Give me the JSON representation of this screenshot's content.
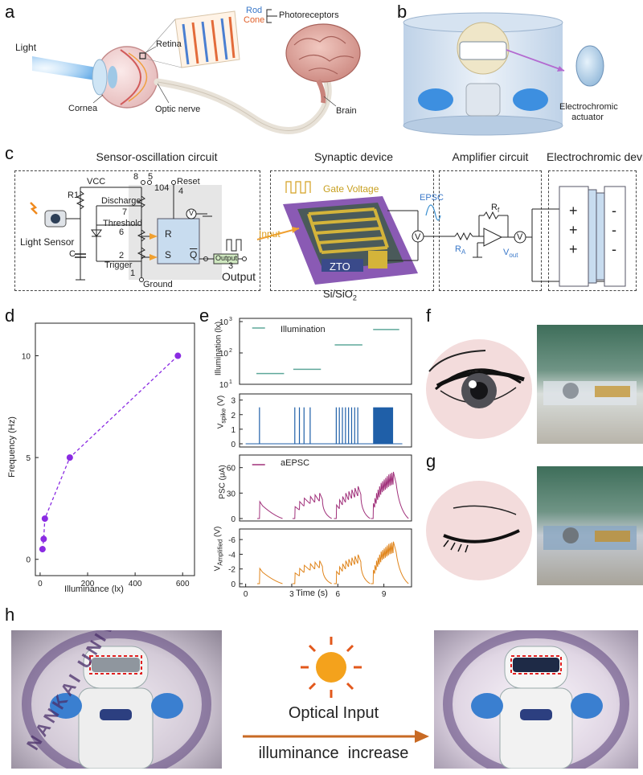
{
  "panel_labels": [
    "a",
    "b",
    "c",
    "d",
    "e",
    "f",
    "g",
    "h"
  ],
  "panel_a": {
    "light": "Light",
    "retina": "Retina",
    "rod": "Rod",
    "cone": "Cone",
    "photoreceptors": "Photoreceptors",
    "cornea": "Cornea",
    "optic_nerve": "Optic nerve",
    "brain": "Brain"
  },
  "panel_b": {
    "actuator_line1": "Electrochromic",
    "actuator_line2": "actuator"
  },
  "panel_c": {
    "titles": [
      "Sensor-oscillation circuit",
      "Synaptic device",
      "Amplifier circuit",
      "Electrochromic device"
    ],
    "vcc": "VCC",
    "pin8": "8",
    "pin5": "5",
    "cap104": "104",
    "reset": "Reset",
    "pin4": "4",
    "r1": "R1",
    "discharge": "Discharge",
    "pin7": "7",
    "threshold": "Threshold",
    "pin6": "6",
    "c": "C",
    "pin2": "2",
    "trigger": "Trigger",
    "pin1": "1",
    "ground": "Ground",
    "light_sensor": "Light Sensor",
    "r": "R",
    "s": "S",
    "q": "Q",
    "output_tag": "Output",
    "pin3": "3",
    "output": "Output",
    "v": "V",
    "gate_voltage": "Gate Voltage",
    "input": "Input",
    "zto": "ZTO",
    "substrate": "Si/SiO",
    "substrate_sub": "2",
    "epsc": "EPSC",
    "rf": "R",
    "rf_sub": "f",
    "ra": "R",
    "ra_sub": "A",
    "vout": "V",
    "vout_sub": "out",
    "plus": "+",
    "minus": "-"
  },
  "chart_d": {
    "type": "scatter",
    "xlabel": "Illuminance (lx)",
    "ylabel": "Frequency (Hz)",
    "x_ticks": [
      "0",
      "200",
      "400",
      "600"
    ],
    "y_ticks": [
      "0",
      "5",
      "10"
    ],
    "xlim": [
      -20,
      650
    ],
    "ylim": [
      -0.8,
      11.6
    ],
    "color": "#8a2be2"
  },
  "chart_e": {
    "xlabel": "Time (s)",
    "x_ticks": [
      "0",
      "3",
      "6",
      "9"
    ],
    "xlim": [
      -0.4,
      10.8
    ],
    "panels": [
      {
        "ylabel": "Illumination (lx)",
        "legend": "Illumination",
        "color": "#5fa89a",
        "y_ticks": [
          "10",
          "10",
          "10"
        ],
        "y_tick_exps": [
          "1",
          "2",
          "3"
        ]
      },
      {
        "ylabel": "V",
        "ylabel_sub": "spike",
        "ylabel_unit": " (V)",
        "color": "#1f5fa8",
        "y_ticks": [
          "0",
          "1",
          "2",
          "3"
        ]
      },
      {
        "ylabel": "PSC (μA)",
        "legend": "aEPSC",
        "color": "#a0307a",
        "y_ticks": [
          "0",
          "30",
          "60"
        ]
      },
      {
        "ylabel": "V",
        "ylabel_sub": "Amplified",
        "ylabel_unit": " (V)",
        "color": "#e0841a",
        "y_ticks": [
          "0",
          "-2",
          "-4",
          "-6"
        ]
      }
    ]
  },
  "chart_data": {
    "type": "scatter",
    "title": "",
    "xlabel": "Illuminance (lx)",
    "ylabel": "Frequency (Hz)",
    "xlim": [
      -20,
      650
    ],
    "ylim": [
      -0.8,
      11.6
    ],
    "x": [
      10,
      15,
      20,
      125,
      580
    ],
    "y": [
      0.5,
      1.0,
      2.0,
      5.0,
      10.0
    ]
  },
  "illumination_series": {
    "type": "line",
    "ylabel": "Illumination (lx)",
    "yscale": "log",
    "segments": [
      {
        "t": [
          0.7,
          2.5
        ],
        "lx": 22
      },
      {
        "t": [
          3.1,
          4.9
        ],
        "lx": 30
      },
      {
        "t": [
          5.8,
          7.6
        ],
        "lx": 180
      },
      {
        "t": [
          8.3,
          10.0
        ],
        "lx": 560
      }
    ]
  },
  "panel_h": {
    "optical_input": "Optical Input",
    "illuminance_increase": "illuminance  increase",
    "campus_text": "NANKAI UNIVERSITY"
  }
}
